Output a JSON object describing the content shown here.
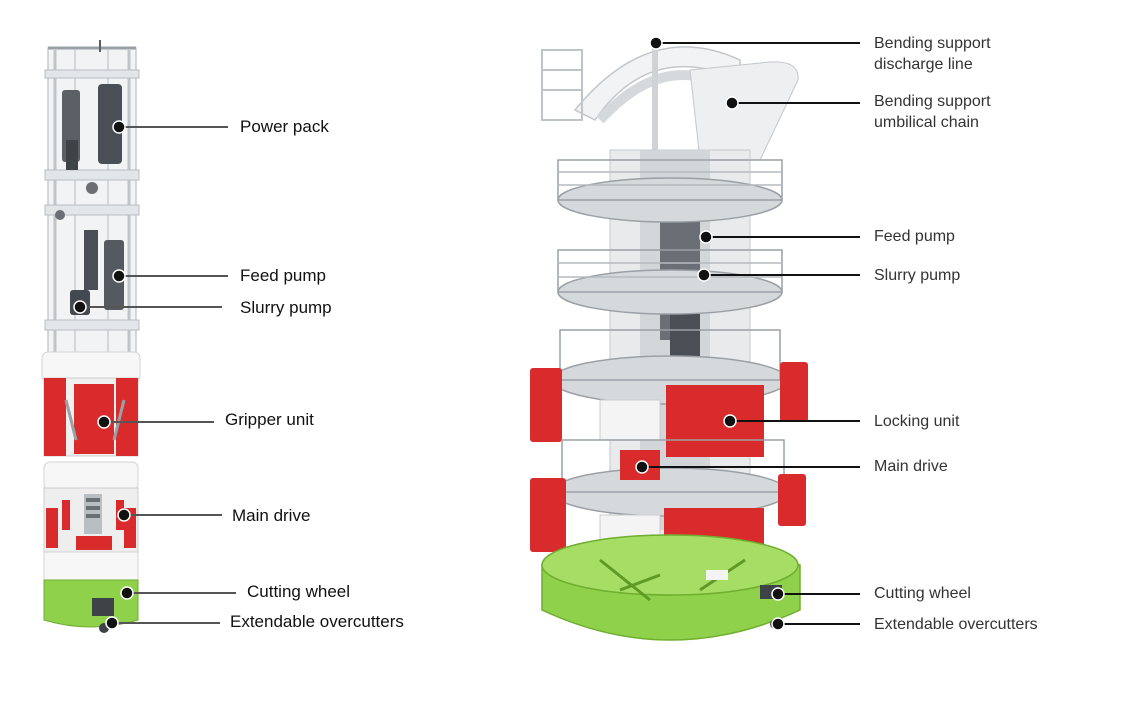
{
  "colors": {
    "red": "#d92b2b",
    "green": "#8fd14a",
    "steel": "#d9dcdf",
    "dark": "#4a4f55",
    "white": "#f4f5f6"
  },
  "left_labels": {
    "power_pack": "Power pack",
    "feed_pump": "Feed pump",
    "slurry_pump": "Slurry pump",
    "gripper_unit": "Gripper unit",
    "main_drive": "Main drive",
    "cutting_wheel": "Cutting wheel",
    "extendable_overcutters": "Extendable overcutters"
  },
  "right_labels": {
    "bending_support_discharge_line_1": "Bending support",
    "bending_support_discharge_line_2": "discharge line",
    "bending_support_umbilical_chain_1": "Bending support",
    "bending_support_umbilical_chain_2": "umbilical chain",
    "feed_pump": "Feed pump",
    "slurry_pump": "Slurry pump",
    "locking_unit": "Locking unit",
    "main_drive": "Main drive",
    "cutting_wheel": "Cutting wheel",
    "extendable_overcutters": "Extendable overcutters"
  }
}
